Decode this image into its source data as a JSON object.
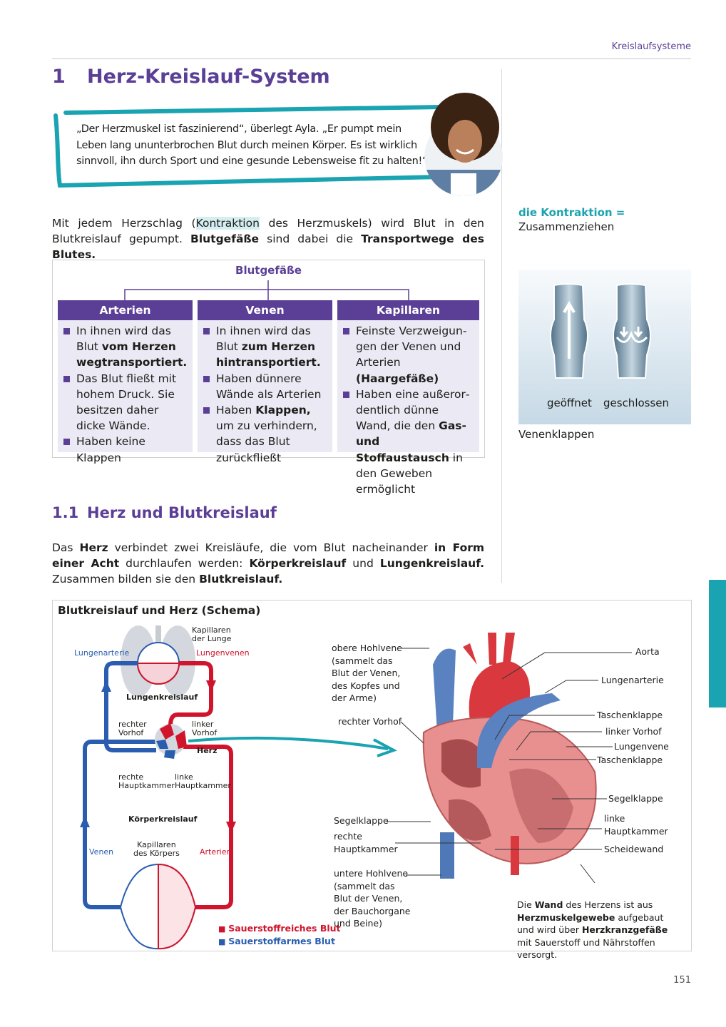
{
  "header": {
    "section": "Kreislaufsysteme"
  },
  "title": {
    "number": "1",
    "text": "Herz-Kreislauf-System"
  },
  "quote": {
    "text": "„Der Herzmuskel ist faszinierend“, überlegt Ayla. „Er pumpt mein Leben lang ununterbrochen Blut durch meinen Körper. Es ist wirklich sinnvoll, ihn durch Sport und eine gesunde Lebensweise fit zu halten!“"
  },
  "intro": [
    {
      "t": "Mit jedem Herzschlag ("
    },
    {
      "t": "Kontraktion",
      "h": 1
    },
    {
      "t": " des Herzmuskels) wird Blut in den Blutkreislauf gepumpt. "
    },
    {
      "t": "Blutgefäße",
      "b": 1
    },
    {
      "t": " sind dabei die "
    },
    {
      "t": "Transportwege des Blutes.",
      "b": 1
    }
  ],
  "table": {
    "title": "Blutgefäße",
    "columns": [
      {
        "header": "Arterien",
        "items": [
          [
            {
              "t": "In ihnen wird das Blut "
            },
            {
              "t": "vom Herzen wegtransportiert.",
              "b": 1
            }
          ],
          [
            {
              "t": "Das Blut fließt mit hohem Druck. Sie besitzen daher dicke Wände."
            }
          ],
          [
            {
              "t": "Haben keine Klappen"
            }
          ]
        ]
      },
      {
        "header": "Venen",
        "items": [
          [
            {
              "t": "In ihnen wird das Blut "
            },
            {
              "t": "zum Herzen hin­transportiert.",
              "b": 1
            }
          ],
          [
            {
              "t": "Haben dünnere Wän­de als Arterien"
            }
          ],
          [
            {
              "t": "Haben "
            },
            {
              "t": "Klappen,",
              "b": 1
            },
            {
              "t": " um zu verhindern, dass das Blut zurückfließt"
            }
          ]
        ]
      },
      {
        "header": "Kapillaren",
        "items": [
          [
            {
              "t": "Feinste Verzweigun­gen der Venen und Arterien "
            },
            {
              "t": "(Haargefäße)",
              "b": 1
            }
          ],
          [
            {
              "t": "Haben eine außeror­dentlich dünne Wand, die den "
            },
            {
              "t": "Gas- und Stoffaustausch",
              "b": 1
            },
            {
              "t": " in den Geweben ermöglicht"
            }
          ]
        ]
      }
    ]
  },
  "glossary": {
    "term": "die Kontraktion =",
    "definition": " Zusammen­ziehen"
  },
  "venous_valves": {
    "open": "geöffnet",
    "closed": "geschlossen",
    "caption": "Venenklappen"
  },
  "section": {
    "number": "1.1",
    "title": "Herz und Blutkreislauf"
  },
  "section_text": [
    {
      "t": "Das "
    },
    {
      "t": "Herz",
      "b": 1
    },
    {
      "t": " verbindet zwei Kreisläufe, die vom Blut nacheinander "
    },
    {
      "t": "in Form einer Acht",
      "b": 1
    },
    {
      "t": " durchlaufen werden: "
    },
    {
      "t": "Körperkreislauf",
      "b": 1
    },
    {
      "t": " und "
    },
    {
      "t": "Lungenkreislauf.",
      "b": 1
    },
    {
      "t": " Zusammen bilden sie den "
    },
    {
      "t": "Blutkreislauf.",
      "b": 1
    }
  ],
  "figure": {
    "title": "Blutkreislauf und Herz (Schema)",
    "schema": {
      "lung_capillaries": "Kapillaren\nder Lunge",
      "pulmonary_artery": "Lungenarterie",
      "pulmonary_veins": "Lungenvenen",
      "pulmonary_circuit": "Lungenkreislauf",
      "right_atrium": "rechter\nVorhof",
      "left_atrium": "linker\nVorhof",
      "heart": "Herz",
      "right_ventricle": "rechte\nHauptkammer",
      "left_ventricle": "linke\nHauptkammer",
      "systemic_circuit": "Körperkreislauf",
      "veins": "Venen",
      "body_capillaries": "Kapillaren\ndes Körpers",
      "arteries": "Arterien"
    },
    "legend": {
      "oxygen_rich": "Sauerstoffreiches Blut",
      "oxygen_poor": "Sauerstoffarmes Blut",
      "oxygen_rich_color": "#d0142c",
      "oxygen_poor_color": "#2a5db0"
    },
    "heart_labels": {
      "superior_vena_cava": "obere Hohlvene\n(sammelt das\nBlut der Venen,\ndes Kopfes und\nder Arme)",
      "right_atrium": "rechter Vorhof",
      "tricuspid": "Segelklappe",
      "right_ventricle": "rechte\nHauptkammer",
      "inferior_vena_cava": "untere Hohlvene\n(sammelt das\nBlut der Venen,\nder Bauchorgane\nund Beine)",
      "aorta": "Aorta",
      "pulmonary_artery": "Lungenarterie",
      "semilunar_1": "Taschenklappe",
      "left_atrium": "linker Vorhof",
      "pulmonary_vein": "Lungenvene",
      "semilunar_2": "Taschenklappe",
      "mitral": "Segelklappe",
      "left_ventricle": "linke\nHauptkammer",
      "septum": "Scheidewand"
    },
    "wall_note": [
      {
        "t": "Die "
      },
      {
        "t": "Wand",
        "b": 1
      },
      {
        "t": " des Herzens ist aus "
      },
      {
        "t": "Herz­muskelgewebe",
        "b": 1
      },
      {
        "t": " aufgebaut und wird über "
      },
      {
        "t": "Herzkranzgefäße",
        "b": 1
      },
      {
        "t": " mit Sauerstoff und Nährstoffen versorgt."
      }
    ]
  },
  "page_number": "151",
  "colors": {
    "purple": "#5b3f96",
    "teal": "#1aa3b0"
  }
}
